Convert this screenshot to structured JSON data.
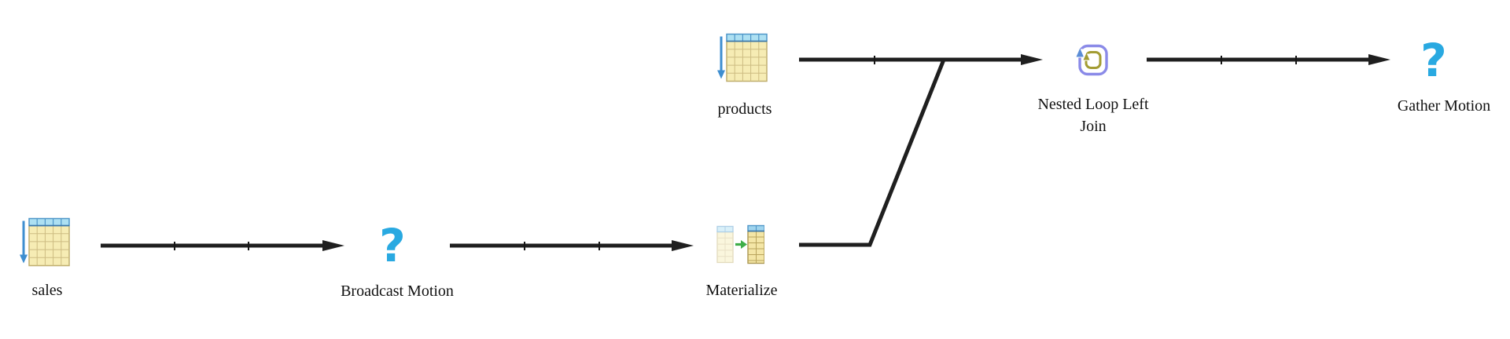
{
  "diagram": {
    "type": "query-plan-graph",
    "background_color": "#ffffff",
    "edge_color": "#1f1f1f",
    "label_color": "#111111",
    "question_mark": "?",
    "colors": {
      "question_blue": "#29a9e1",
      "table_header_fill": "#ade0f2",
      "table_header_border": "#4f96c8",
      "table_body_fill": "#f6ecb4",
      "table_grid": "#bfae6e",
      "scan_arrow_blue": "#3e8ed0",
      "materialize_arrow_green": "#3fae49",
      "loop_outer_purple": "#8a8ae8",
      "loop_inner_olive": "#a39c33",
      "loop_arrow_blue": "#5b8dd6"
    },
    "nodes": [
      {
        "id": "sales",
        "label": "sales",
        "icon": "table-scan-icon"
      },
      {
        "id": "broadcast-motion",
        "label": "Broadcast Motion",
        "icon": "question-icon"
      },
      {
        "id": "materialize",
        "label": "Materialize",
        "icon": "materialize-icon"
      },
      {
        "id": "products",
        "label": "products",
        "icon": "table-scan-icon"
      },
      {
        "id": "nested-loop-left-join",
        "label": "Nested Loop Left Join",
        "label_lines": [
          "Nested Loop Left",
          "Join"
        ],
        "icon": "nested-loop-icon"
      },
      {
        "id": "gather-motion",
        "label": "Gather Motion",
        "icon": "question-icon"
      }
    ],
    "edges": [
      {
        "from": "sales",
        "to": "broadcast-motion"
      },
      {
        "from": "broadcast-motion",
        "to": "materialize"
      },
      {
        "from": "materialize",
        "to": "nested-loop-left-join"
      },
      {
        "from": "products",
        "to": "nested-loop-left-join"
      },
      {
        "from": "nested-loop-left-join",
        "to": "gather-motion"
      }
    ]
  }
}
